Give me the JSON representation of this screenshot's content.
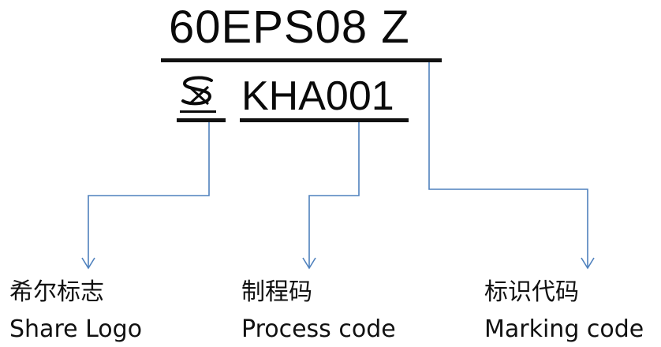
{
  "marking": {
    "part_number": "60EPS08 Z",
    "process_code": "KHA001"
  },
  "labels": {
    "share_logo": {
      "zh": "希尔标志",
      "en": "Share Logo"
    },
    "process_code": {
      "zh": "制程码",
      "en": "Process code"
    },
    "marking_code": {
      "zh": "标识代码",
      "en": "Marking code"
    }
  },
  "colors": {
    "text": "#0a0a0a",
    "rule": "#111111",
    "connector": "#4f81bd"
  }
}
